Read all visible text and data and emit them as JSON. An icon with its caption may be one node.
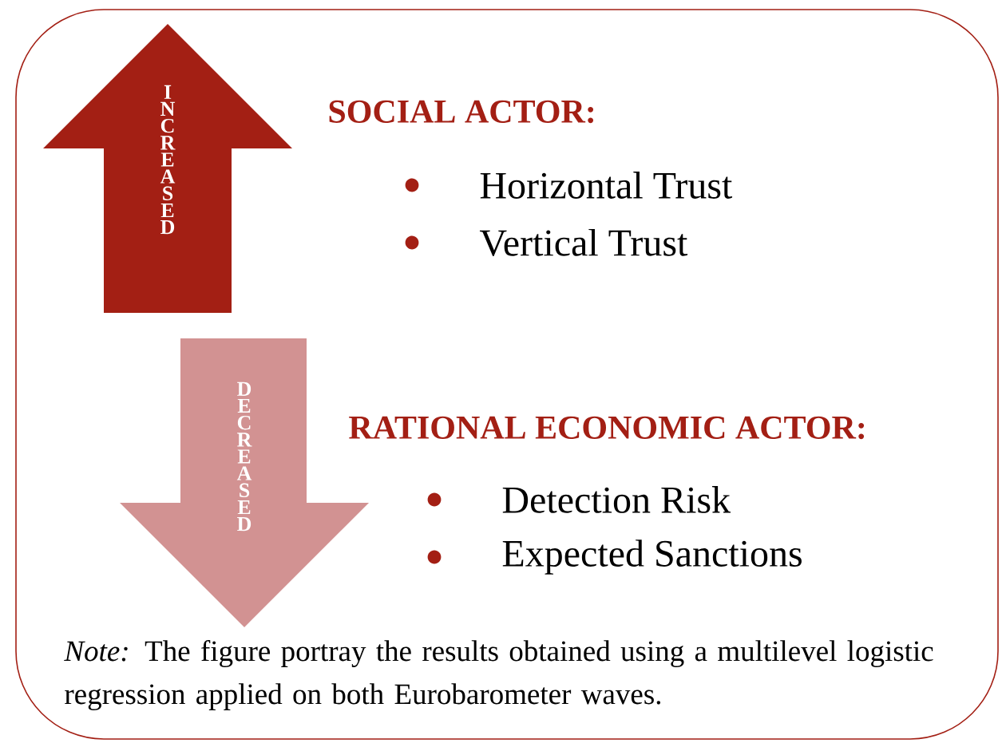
{
  "diagram": {
    "nodes": [
      {
        "text": [
          "INCREASED"
        ]
      },
      {
        "text": [
          "DECREASED"
        ]
      }
    ],
    "labels": [
      "SOCIAL ACTOR:",
      "Horizontal Trust",
      "Vertical Trust",
      "RATIONAL ECONOMIC ACTOR:",
      "Detection Risk",
      "Expected Sanctions",
      "*Note:* The figure portray the results obtained using a multilevel logistic regression applied on both Eurobarometer waves."
    ]
  }
}
